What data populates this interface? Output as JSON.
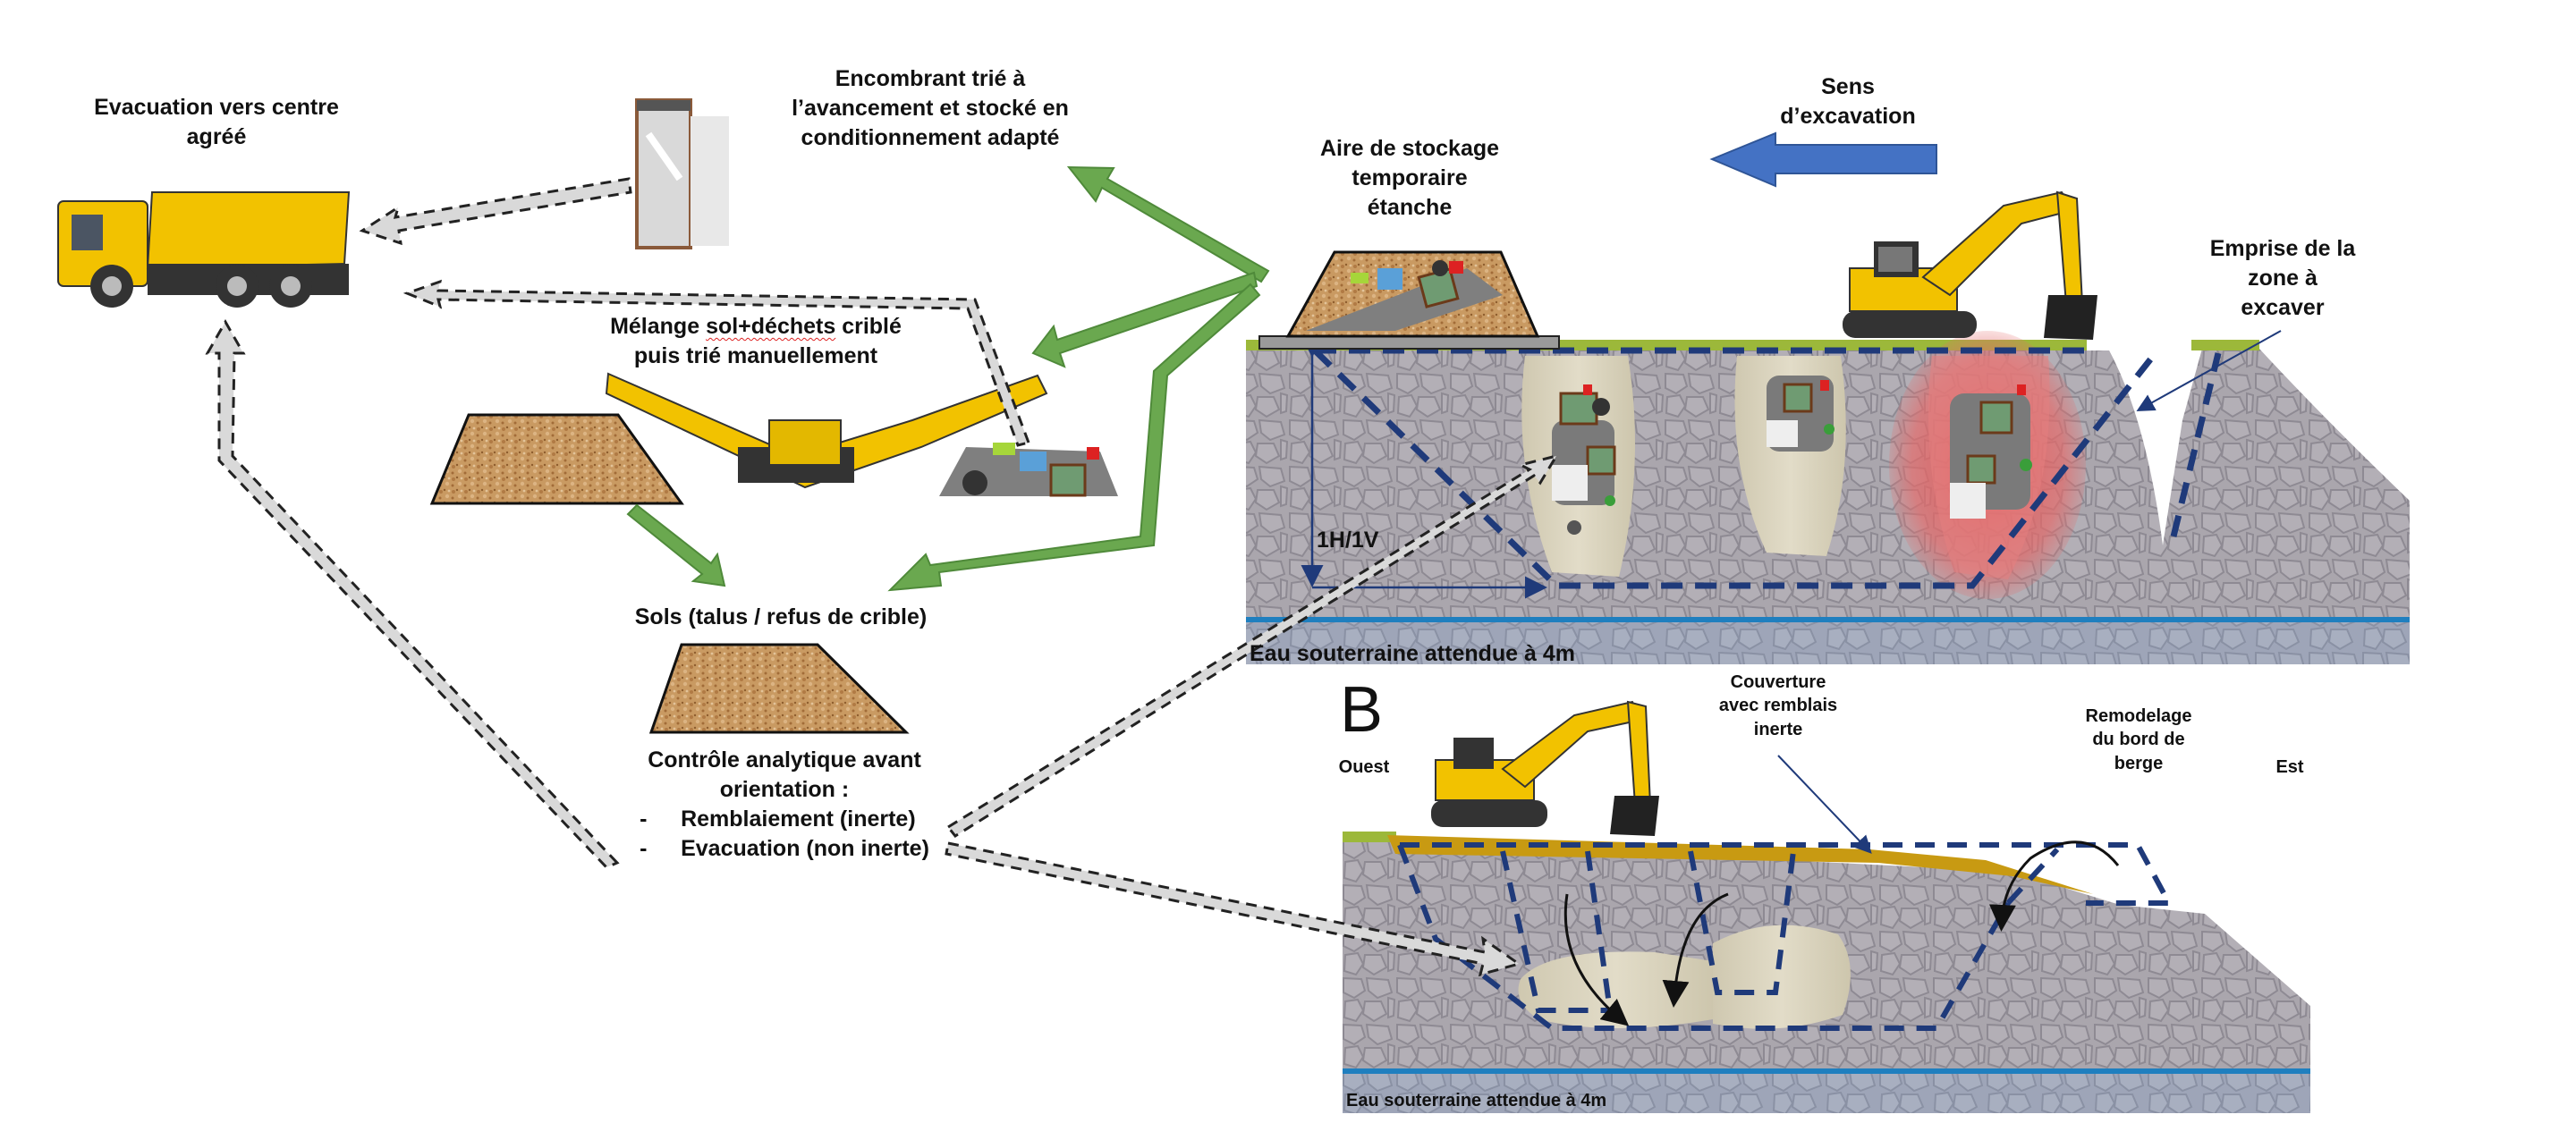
{
  "title": "Schéma de gestion des déblais : excavation, tri et orientation",
  "colors": {
    "green_arrow": "#6aa84f",
    "green_arrow_dark": "#4f8a3a",
    "flow_gray": "#d9d9d9",
    "flow_dash": "#222222",
    "excavation_direction_arrow": "#4472c4",
    "excavation_outline": "#1f3a7a",
    "soil": "#a8a4ab",
    "topsoil": "#9cb83a",
    "water_line": "#1f7fbf",
    "water_zone": "#9aa2b6",
    "waste_lens": "#d9d1bb",
    "hotspot": "#e46060",
    "backfill": "#c89a12",
    "pile_fill": "#c9935a",
    "slab": "#9a9a9a",
    "truck_yellow": "#f2c200"
  },
  "left_panel": {
    "evacuation": {
      "line1": "Evacuation vers centre",
      "line2": "agréé",
      "icon": "dump-truck-icon"
    },
    "encombrant": {
      "line1": "Encombrant trié à",
      "line2": "l’avancement et stocké en",
      "line3": "conditionnement adapté",
      "icon": "waste-container-icon"
    },
    "melange": {
      "line1_pre": "Mélange ",
      "line1_underlined": "sol+déchets",
      "line1_post": " criblé",
      "line2": "puis trié manuellement",
      "icon": "screening-machine-icon"
    },
    "sols": {
      "label": "Sols (talus / refus de crible)"
    },
    "controle": {
      "line1": "Contrôle analytique avant",
      "line2": "orientation :",
      "items": [
        {
          "dash": "-",
          "text": "Remblaiement (inerte)"
        },
        {
          "dash": "-",
          "text": "Evacuation (non inerte)"
        }
      ]
    }
  },
  "section_a": {
    "storage": {
      "line1": "Aire de stockage",
      "line2": "temporaire",
      "line3": "étanche"
    },
    "direction": {
      "line1": "Sens",
      "line2": "d’excavation",
      "icon": "arrow-left-icon"
    },
    "emprise": {
      "line1": "Emprise de la",
      "line2": "zone à",
      "line3": "excaver"
    },
    "slope_label": "1H/1V",
    "groundwater": "Eau souterraine attendue à 4m"
  },
  "section_b": {
    "letter": "B",
    "west": "Ouest",
    "east": "Est",
    "couverture": {
      "line1": "Couverture",
      "line2": "avec remblais",
      "line3": "inerte"
    },
    "remodelage": {
      "line1": "Remodelage",
      "line2": "du bord de",
      "line3": "berge"
    },
    "groundwater": "Eau souterraine attendue à 4m"
  }
}
